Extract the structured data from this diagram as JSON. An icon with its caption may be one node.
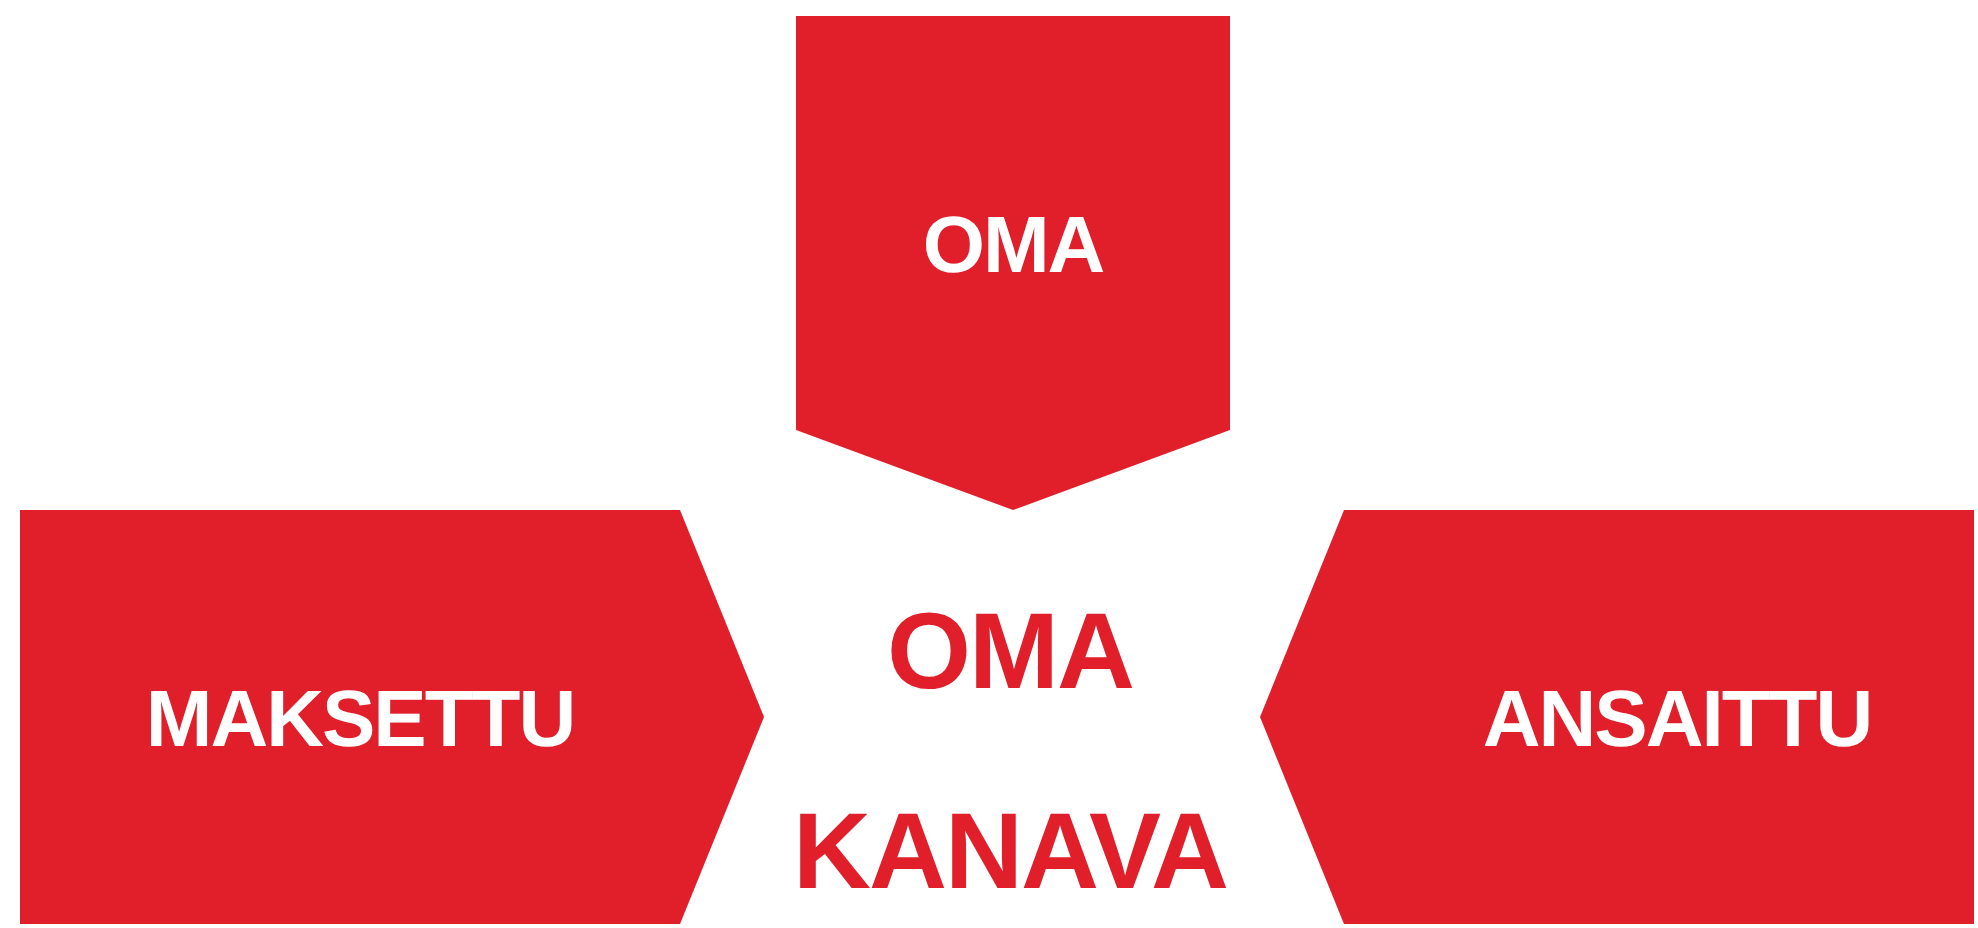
{
  "diagram": {
    "nodes": [
      {
        "text": [
          "OMA"
        ]
      },
      {
        "text": [
          "MAKSETTU"
        ]
      },
      {
        "text": [
          "OMA KANAVA"
        ]
      },
      {
        "text": [
          "ANSAITTU"
        ]
      }
    ]
  }
}
